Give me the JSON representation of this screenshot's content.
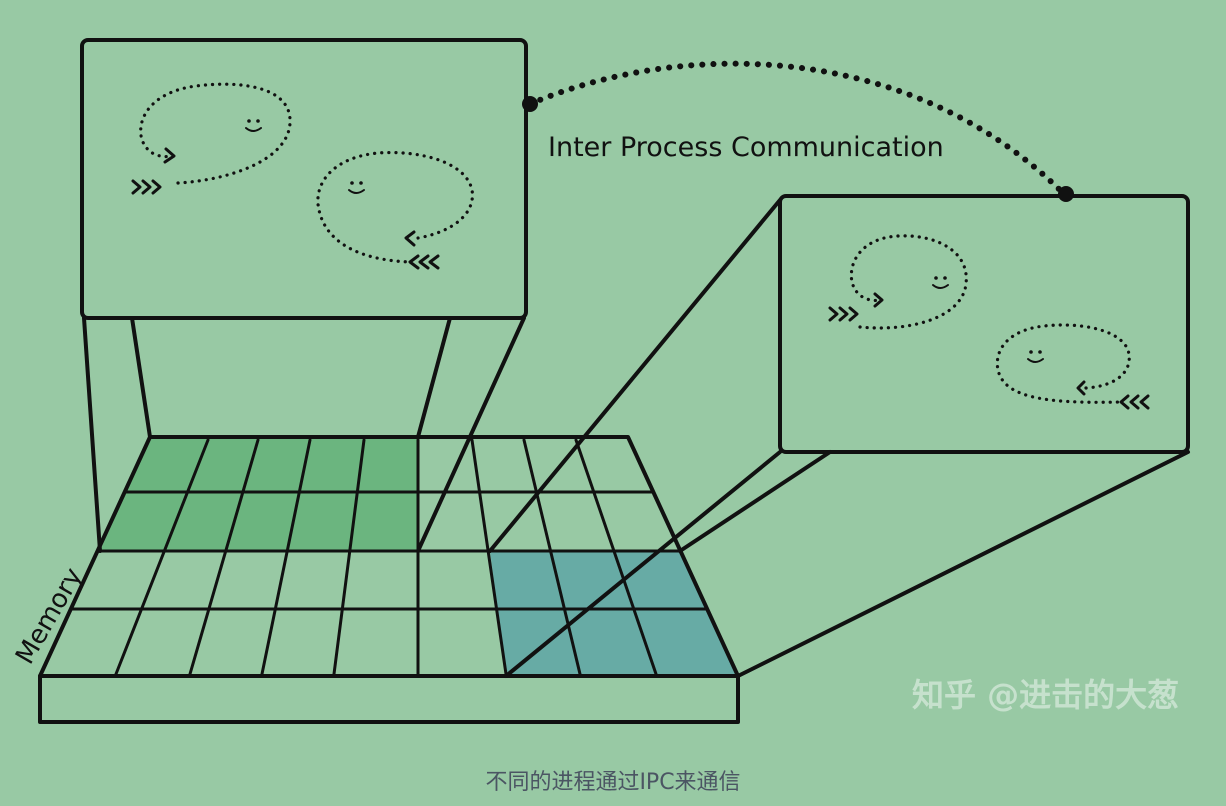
{
  "diagram": {
    "ipc_label": "Inter Process Communication",
    "memory_label": "Memory",
    "watermark": "知乎 @进击的大葱"
  },
  "caption": "不同的进程通过IPC来通信",
  "colors": {
    "background": "#98c9a4",
    "process_a_memory": "#6bb57f",
    "process_b_memory": "#67aba5",
    "ink": "#111111"
  }
}
